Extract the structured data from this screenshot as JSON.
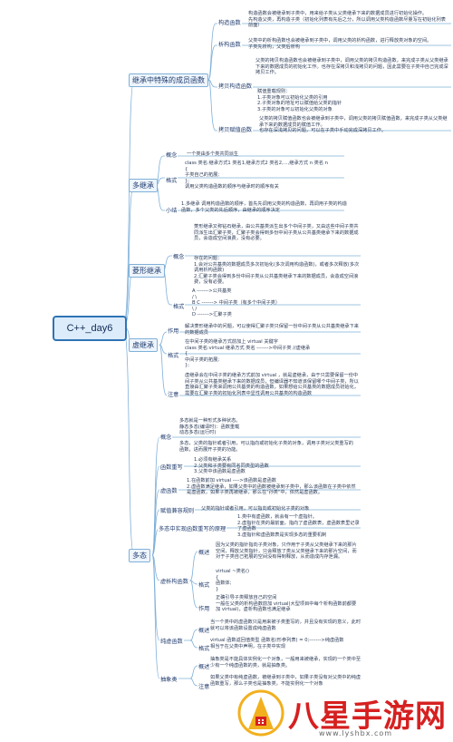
{
  "root": "C++_day6",
  "branches": {
    "inherit_special": "继承中特殊的成员函数",
    "multi_inherit": "多继承",
    "diamond": "菱形继承",
    "virtual_inherit": "虚继承",
    "polymorphism": "多态"
  },
  "inherit_special": {
    "ctor_label": "构造函数",
    "ctor_text": "构造函数会被继承到子类中，用来给子类从父类继承下来的数据成员进行初始化操作。\n先构造父类，再构造子类（初始化列表有先后之分，所以调用父类构造函数尽量写在初始化列表前面）",
    "dtor_label": "析构函数",
    "dtor_text": "父类中的析构函数也会被继承到子类中，调用父类的析构函数，进行释放类对象的空间。\n子类先析构，父类后析构",
    "copy_ctor_label": "拷贝构造函数",
    "copy_ctor_text": "父类的拷贝构造函数也会被继承到子类中，调用父类的拷贝构造函数，来完成子类从父类继承下来的数据成员的初始化工作。也存在深拷贝和浅拷贝的问题，因此需要在子类中自己完成深拷贝工作。",
    "copy_ctor_note": "赋值重载规则：\n1.子类对象可以初始化父类的引用\n2.子类对象的地址可以赋值给父类的指针\n3.子类的对象可以初始化父类的对象",
    "copy_assign_label": "拷贝赋值函数",
    "copy_assign_text": "父类的拷贝赋值函数也会被继承到子类中，调用父类的拷贝赋值函数，来完成子类从父类继承下来的数据成员的赋值工作。\n也存在深浅拷贝的问题，可以在子类中手动完成深拷贝工作。"
  },
  "multi_inherit": {
    "concept_label": "概念",
    "concept_text": "一个类由多个类共同派生",
    "format_label": "格式",
    "format_text": "class 类名:继承方式1 类名1,继承方式2 类名2,...,继承方式 n 类名 n\n{\n    子类自己的拓展;\n};\n调用父类构造函数的顺序与继承时的顺序有关",
    "summary_label": "小结",
    "summary_text": "1.多继承 调用构造函数的顺序，首先先调用父类的构造函数，再调用子类的构造函数，多个父类的先后顺序，由继承的顺序决定"
  },
  "diamond": {
    "concept_label": "概念",
    "concept_text": "菱形继承又称钻石继承，由公共基类派生出多个中间子类，又由这些中间子类共同派生出汇聚子类，汇聚子类会得到多份中间子类从公共基类继承下来的数据成员，会造成空间浪费，没有必要。",
    "problem_text": "存在的问题：\n1.会对公共基类的数据成员多次初始化(多次调用构造函数)，或者多次释放(多次调用析构函数)\n2.汇聚子类会得到多份中间子类从公共基类继承下来的数据成员，会造成空间浪费，没有必要。",
    "format_label": "格式",
    "format_text": "  A      ------->公共基类\n /  \\\nB    C    -------> 中间子类（有多个中间子类）\n \\  /\n  D     ------->汇聚子类"
  },
  "virtual_inherit": {
    "role_label": "作用",
    "role_text": "解决菱形继承中的问题，可以使得汇聚子类只保留一份中间子类从公共基类继承下来的数据成员",
    "format_label": "格式",
    "format_text": "在中间子类的继承方式前加上 virtual 关键字\nclass 类名:virtual 继承方式 类名 ------->中间子类 //虚继承\n{\n   中间子类的拓展;\n};",
    "note_label": "注意",
    "note_text": "虚继承会在中间子类的继承方式前加 virtual ，就是虚继承，由于只需要保留一份中间子类从公共基类继承下来的数据成员，但编译器不知道该保留哪个中间子类，所以直接由汇聚子类来调用公共基类的构造函数，如果想给公共基类的数据成员初始化，需要在汇聚子类的初始化列表中显性调用公共基类的构造函数"
  },
  "polymorphism": {
    "concept_label": "概念",
    "concept_intro": "多态就是一种形式多种状态。\n静态多态(编译时)：函数重载\n动态多态(运行时)",
    "concept_text": "多态，父类的指针或者引用，可以指向或初始化子类的对象，调用子类对父类重写的函数，进而展开子类的功能。",
    "override_label": "函数重写",
    "override_text": "1.必须有继承关系\n2.父类和子类要有同名同类型的函数\n3.父类中该函数是虚函数",
    "virtual_label": "虚函数",
    "virtual_text": "1.在函数前加 virtual ---->该函数是虚函数\n2.虚函数满足继承，如果父类中的函数被继承到子类中，那么该函数在子类中依然是虚函数，如果子类再被继承，那么在\"孙类\"中，依然是虚函数。",
    "assign_rule_label": "赋值兼容规则",
    "assign_rule_text": "父类的指针或者引用，可以指向或初始化子类的对象",
    "vtable_label": "多态中实现函数重写的原理",
    "vtable_text": "1.类中有虚函数，就会有一个虚指针。\n2.虚指针在类的最前面，指向了虚函数表，虚函数表里记录了虚函数\n3.虚指针和虚函数表是实现多态的重要机制",
    "vdtor_label": "虚析构函数",
    "vdtor_concept_label": "概述",
    "vdtor_concept_text": "因为父类的指针指向子类对象，只作用于子类从父类继承下来的那片空间，释放父类指针，只会释放了类从父类继承下来的那片空间，而对于子类自己拓展的空间没有得到释放，从而造成内存泄漏。",
    "vdtor_format_label": "格式",
    "vdtor_format_text": "virtual ~类名()\n{\n   函数体;\n}",
    "vdtor_role_label": "作用",
    "vdtor_role_text": "正确引导子类释放自己的空间\n一般在父类的析构函数前加 virtual(大型项目中每个析构函数前都要加 virtual)，虚析构函数也满足继承",
    "pure_label": "纯虚函数",
    "pure_concept_label": "概述",
    "pure_concept_text": "当一个类中的虚函数只是用来被子类重写的，并且没有实现的意义，此时就可以将该函数设置成纯虚函数",
    "pure_format_label": "格式",
    "pure_format_text": "virtual 函数返回值类型 函数名(形参列表) = 0;------->纯虚函数\n相当于在父类中声明，在子类中实现",
    "abstract_label": "抽象类",
    "abstract_concept_label": "概述",
    "abstract_concept_text": "抽象类是不能具体实例化一个对象，一般用来被继承，实现的一个类中至少有一个纯虚函数的类，就是抽象类。",
    "abstract_note_label": "注意",
    "abstract_note_text": "如果父类中有纯虚函数，被继承到子类中，如果子类没有对父类中的纯虚函数重写，那么子类也是抽象类，不能实例化一个对象"
  },
  "watermark": {
    "brand": "八星手游网",
    "url": "www.lyshbx.com"
  },
  "colors": {
    "line": "#7fb0d9",
    "topic_border": "#7fb0d9",
    "root_border": "#2f74b5",
    "watermark_red": "#d62020"
  }
}
